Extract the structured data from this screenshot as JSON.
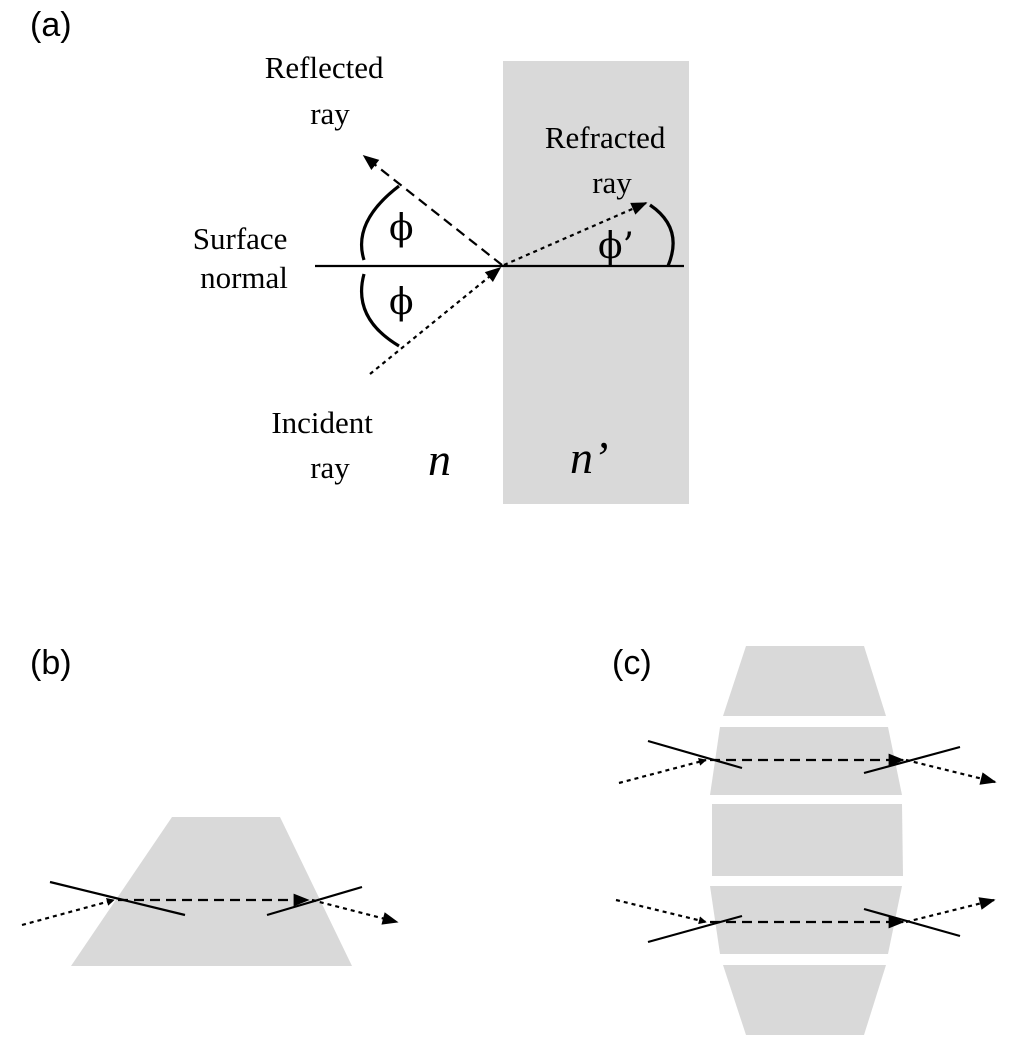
{
  "panel_a": {
    "tag": "(a)",
    "reflected": [
      "Reflected",
      "ray"
    ],
    "refracted": [
      "Refracted",
      "ray"
    ],
    "normal": [
      "Surface",
      "normal"
    ],
    "incident": [
      "Incident",
      "ray"
    ],
    "angle_incident": "ϕ",
    "angle_reflected": "ϕ",
    "angle_refracted": "ϕ’",
    "medium_outer": "n",
    "medium_inner": "n’"
  },
  "panel_b": {
    "tag": "(b)"
  },
  "panel_c": {
    "tag": "(c)"
  },
  "colors": {
    "glass": "#d9d9d9",
    "ink": "#000000"
  }
}
